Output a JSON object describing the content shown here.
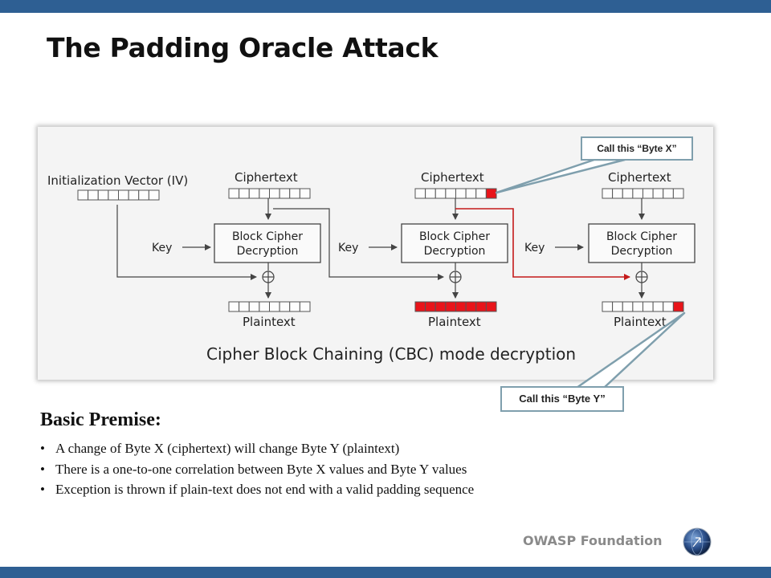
{
  "slide": {
    "title": "The Padding Oracle Attack"
  },
  "diagram": {
    "iv_label": "Initialization Vector (IV)",
    "ciphertext_label": "Ciphertext",
    "block_cipher_line1": "Block Cipher",
    "block_cipher_line2": "Decryption",
    "key_label": "Key",
    "plaintext_label": "Plaintext",
    "caption": "Cipher Block Chaining (CBC) mode decryption",
    "highlight_color": "#e8141a",
    "link_color": "#cc1f1f"
  },
  "callouts": {
    "byte_x": "Call this “Byte X”",
    "byte_y": "Call this “Byte Y”"
  },
  "premise": {
    "heading": "Basic Premise:",
    "bullets": [
      "A change of Byte X (ciphertext) will change Byte Y (plaintext)",
      "There is a one-to-one correlation between Byte X values and Byte Y values",
      "Exception is thrown if plain-text does not end with a valid padding sequence"
    ]
  },
  "footer": {
    "org": "OWASP Foundation"
  },
  "theme": {
    "bar_color": "#2e5f93",
    "callout_border": "#7f9fad"
  }
}
